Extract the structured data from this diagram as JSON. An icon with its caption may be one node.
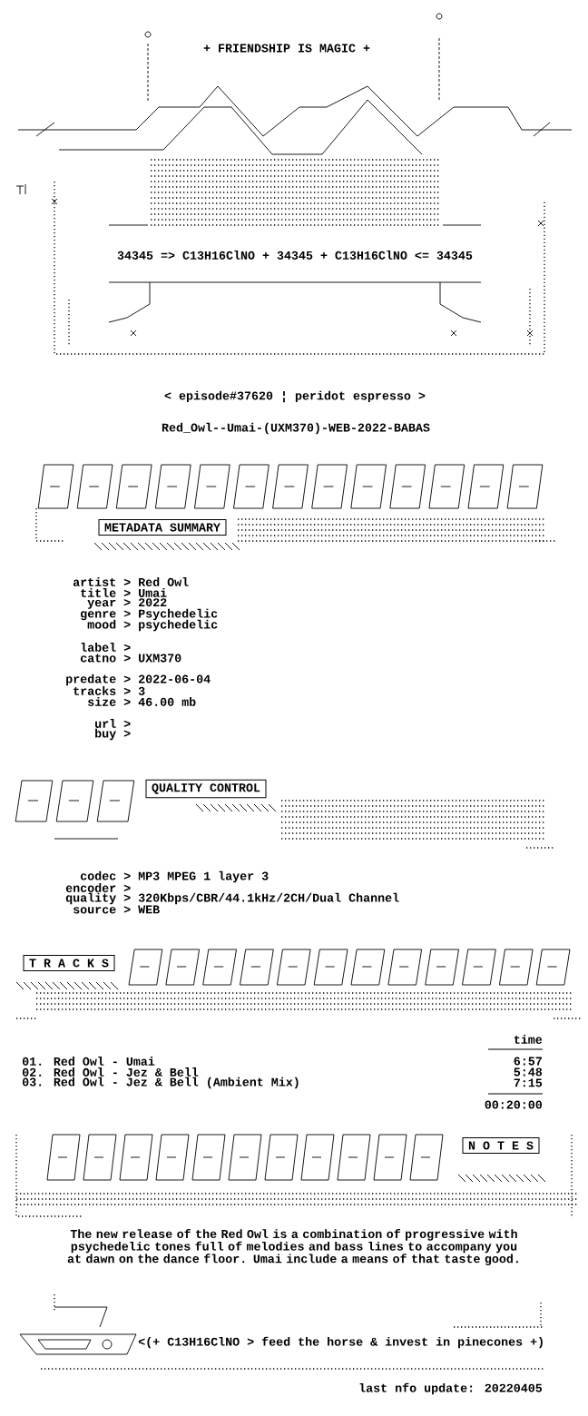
{
  "diagram": {
    "nodes": [
      {
        "text": [
          "METADATA SUMMARY"
        ]
      },
      {
        "text": [
          "QUALITY CONTROL"
        ]
      },
      {
        "text": [
          "T R A C K S"
        ]
      },
      {
        "text": [
          "N O T E S"
        ]
      }
    ],
    "labels": [
      "+ FRIENDSHIP IS MAGIC +",
      "34345 => C13H16ClNO + 34345 + C13H16ClNO <= 34345",
      "< episode#37620 ¦ peridot espresso >",
      "Red_Owl--Umai-(UXM370)-WEB-2022-BABAS",
      "artist > Red Owl",
      "title > Umai",
      "year > 2022",
      "genre > Psychedelic",
      "mood > psychedelic",
      "label >",
      "catno > UXM370",
      "predate > 2022-06-04",
      "tracks > 3",
      "size > 46.00 mb",
      "url >",
      "buy >",
      "codec > MP3 MPEG 1 layer 3",
      "encoder >",
      "quality > 320Kbps/CBR/44.1kHz/2CH/Dual Channel",
      "source > WEB",
      "time",
      "01. Red Owl - Umai",
      "6:57",
      "02. Red Owl - Jez & Bell",
      "5:48",
      "03. Red Owl - Jez & Bell (Ambient Mix)",
      "7:15",
      "00:20:00",
      "The new release of the Red Owl is a combination of progressive with psychedelic tones full of melodies and bass lines to accompany you at dawn on the dance floor. Umai include a means of that taste good.",
      "<(+ C13H16ClNO > feed the horse & invest in pinecones +)",
      "last nfo update: 20220405"
    ]
  }
}
